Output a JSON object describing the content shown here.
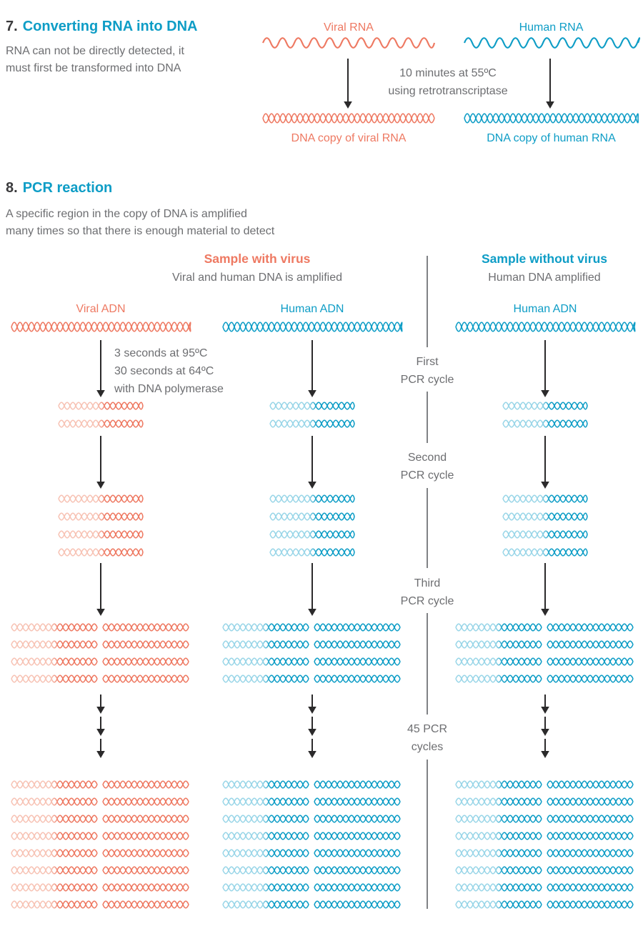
{
  "colors": {
    "viral": "#EE7962",
    "viral_light": "#F7C3B5",
    "human": "#0E9DC6",
    "human_light": "#9AD6E8",
    "text_gray": "#6D6E71",
    "heading_dark": "#3A3A3C",
    "arrow": "#2B2A2B",
    "divider": "#808285"
  },
  "section7": {
    "number": "7.",
    "title": "Converting RNA into DNA",
    "description_line1": "RNA can not be directly detected, it",
    "description_line2": "must first be transformed into DNA",
    "viral_rna_label": "Viral RNA",
    "human_rna_label": "Human RNA",
    "process_line1": "10 minutes at 55ºC",
    "process_line2": "using retrotranscriptase",
    "viral_dna_label": "DNA copy of viral RNA",
    "human_dna_label": "DNA copy of human RNA"
  },
  "section8": {
    "number": "8.",
    "title": "PCR reaction",
    "description_line1": "A specific region in the copy of DNA is amplified",
    "description_line2": "many times so that there is enough material to detect",
    "with_virus": {
      "title": "Sample with virus",
      "subtitle": "Viral and human DNA is amplified"
    },
    "without_virus": {
      "title": "Sample without virus",
      "subtitle": "Human DNA amplified"
    },
    "columns": [
      {
        "label": "Viral ADN"
      },
      {
        "label": "Human ADN"
      },
      {
        "label": "Human ADN"
      }
    ],
    "pcr_conditions": {
      "line1": "3 seconds at 95ºC",
      "line2": "30 seconds at 64ºC",
      "line3": "with DNA polymerase"
    },
    "cycle_labels": [
      {
        "line1": "First",
        "line2": "PCR cycle"
      },
      {
        "line1": "Second",
        "line2": "PCR cycle"
      },
      {
        "line1": "Third",
        "line2": "PCR cycle"
      },
      {
        "line1": "45 PCR",
        "line2": "cycles"
      }
    ]
  }
}
